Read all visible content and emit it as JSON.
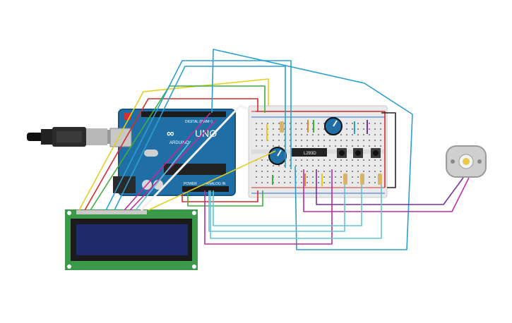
{
  "arduino": {
    "logo": "UNO",
    "brand": "ARDUINO",
    "digital_label": "DIGITAL (PWM~)",
    "power_label": "POWER",
    "analog_label": "ANALOG IN"
  },
  "ic": {
    "label": "L293D"
  },
  "colors": {
    "wire_yellow": "#e2cf1d",
    "wire_red": "#d42a2a",
    "wire_green": "#3fae3f",
    "wire_blue": "#2a9fcf",
    "wire_purple": "#7a2f9a",
    "wire_magenta": "#c02a9e",
    "wire_black": "#222222",
    "wire_light_blue": "#5fc5d8",
    "arduino_board": "#1f6fa6",
    "lcd_board": "#3a9a4a",
    "lcd_screen": "#1e2a6a",
    "breadboard": "#e9e9e9"
  }
}
